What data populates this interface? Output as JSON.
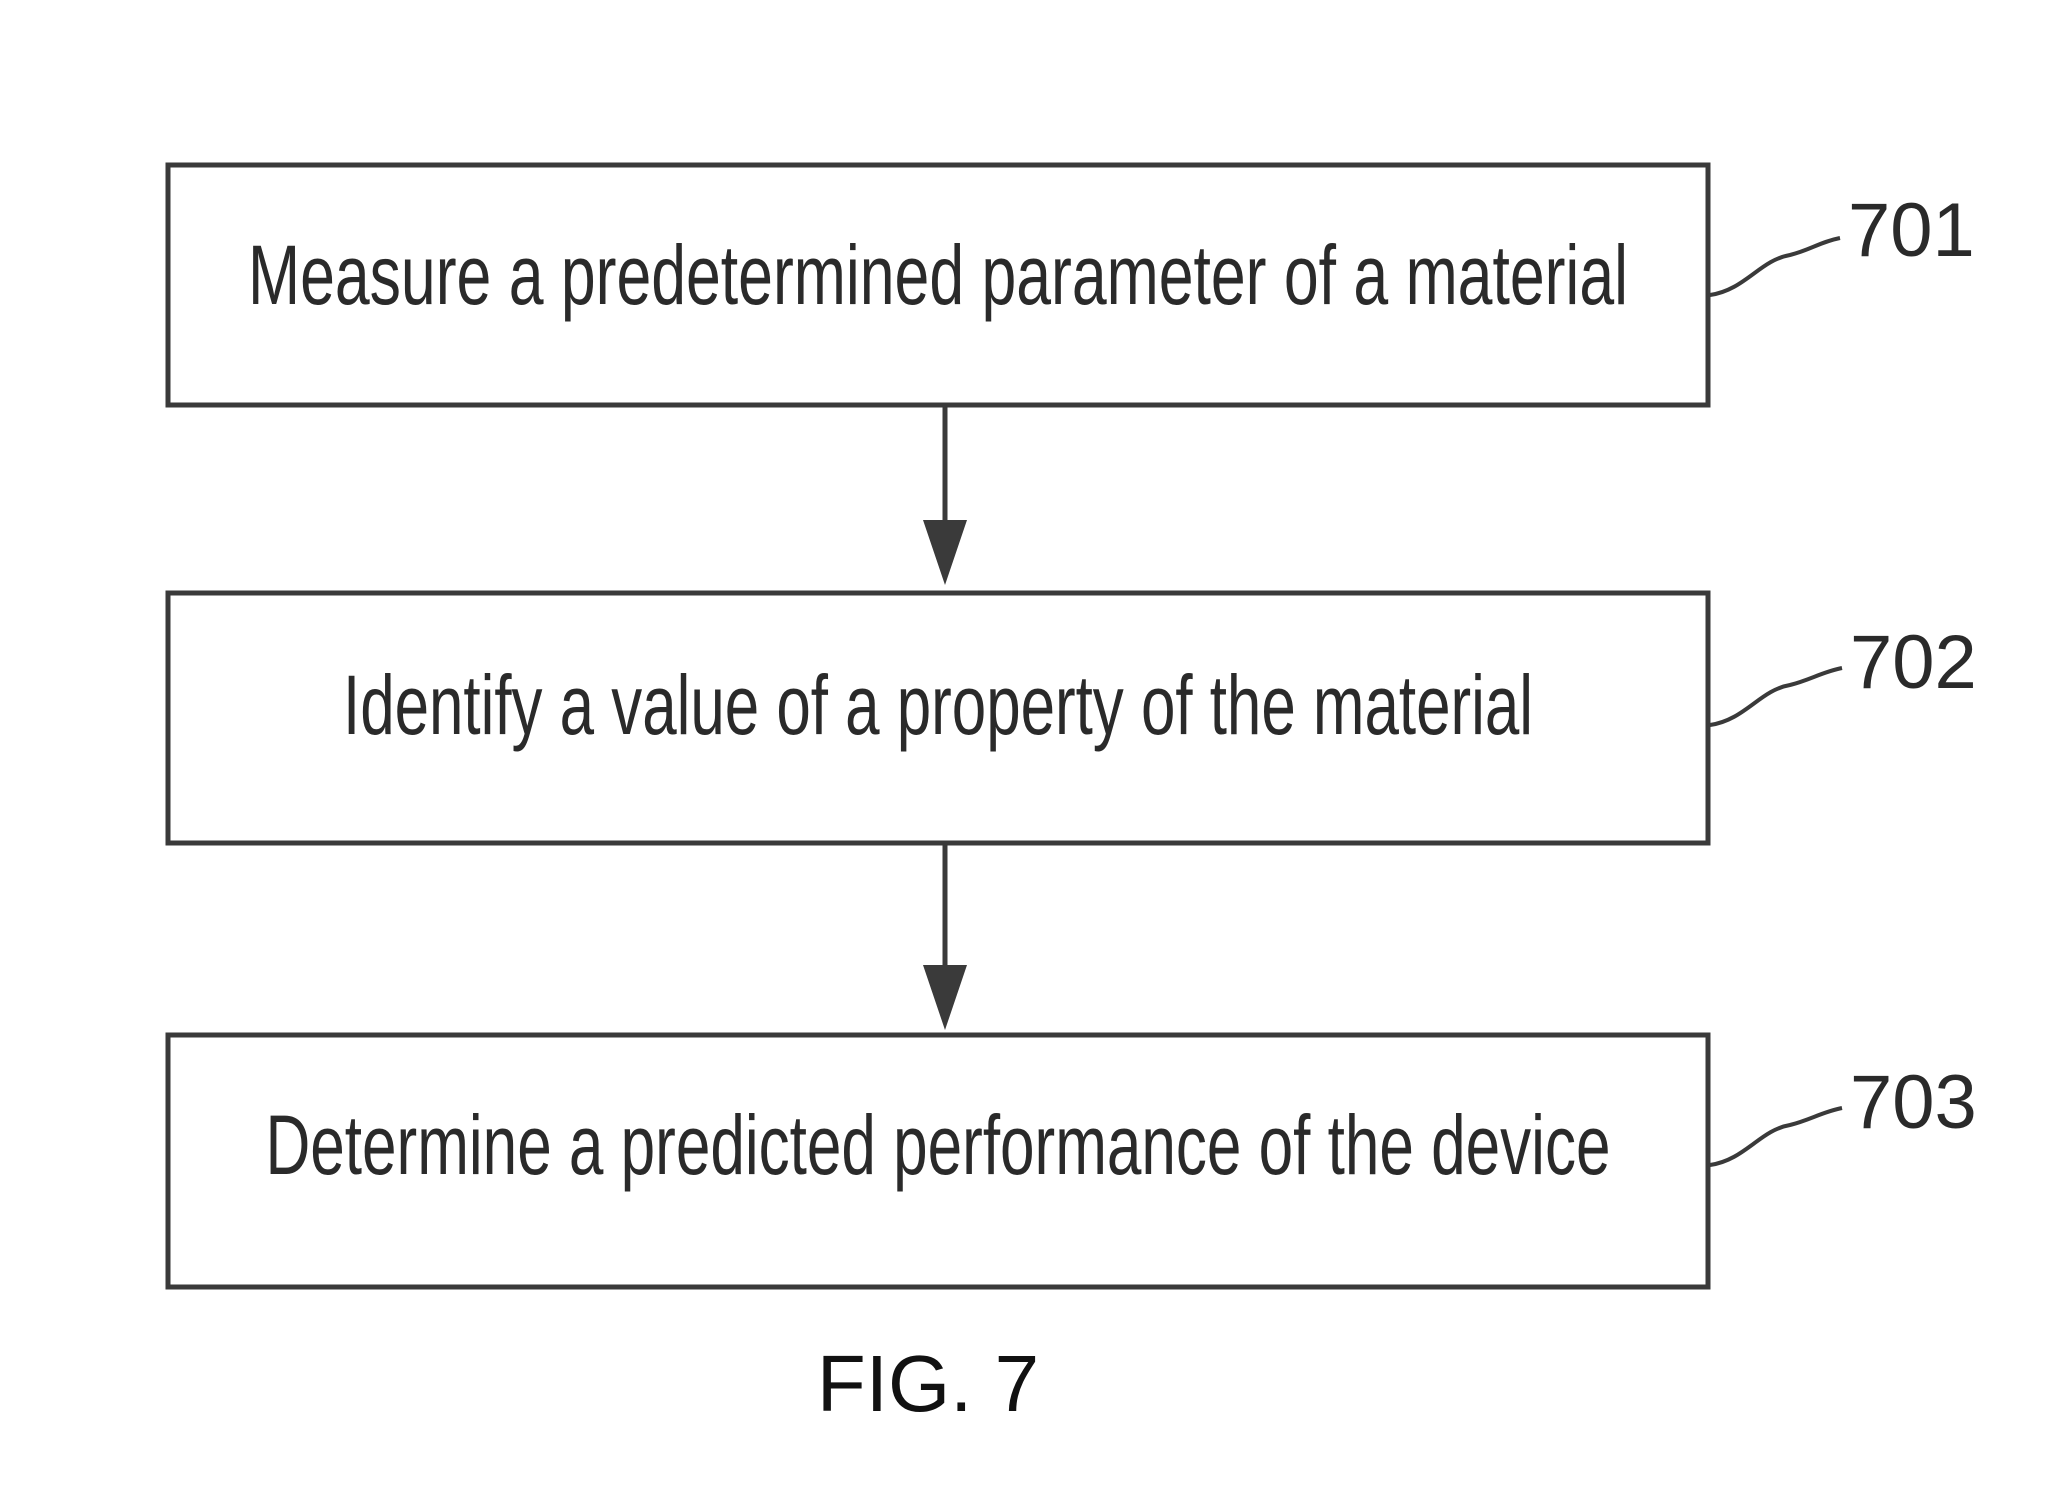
{
  "figure": {
    "caption": "FIG. 7"
  },
  "steps": [
    {
      "ref": "701",
      "text": "Measure a predetermined parameter of a material"
    },
    {
      "ref": "702",
      "text": "Identify a value of a property of the material"
    },
    {
      "ref": "703",
      "text": "Determine a predicted performance of the device"
    }
  ]
}
